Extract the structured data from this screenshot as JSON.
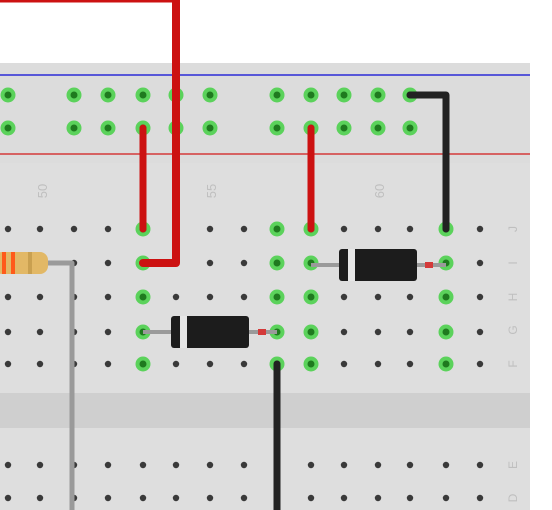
{
  "breadboard": {
    "column_labels": [
      "50",
      "55",
      "60"
    ],
    "row_labels_upper": [
      "J",
      "I",
      "H",
      "G",
      "F"
    ],
    "row_labels_lower": [
      "E",
      "D"
    ]
  },
  "colors": {
    "board": "#dcdcdc",
    "rail_blue_line": "#2b2bd6",
    "rail_red_line": "#d43a3a",
    "hole": "#3a3a3a",
    "hole_active": "#44d044",
    "wire_red": "#cc1111",
    "wire_black": "#222222",
    "lead_gray": "#9a9a9a",
    "diode_body": "#1c1c1c",
    "diode_band": "#e6e6e6",
    "resistor_body": "#e2b866",
    "resistor_band": "#ff5a1a"
  },
  "components": {
    "resistor": {
      "name": "resistor"
    },
    "diodes": [
      {
        "name": "diode-upper"
      },
      {
        "name": "diode-lower"
      }
    ],
    "wires": [
      {
        "name": "wire-red-long",
        "color": "red"
      },
      {
        "name": "wire-red-left-short",
        "color": "red"
      },
      {
        "name": "wire-red-right-short",
        "color": "red"
      },
      {
        "name": "wire-black-right",
        "color": "black"
      },
      {
        "name": "wire-black-bottom",
        "color": "black"
      },
      {
        "name": "wire-gray-resistor-lead",
        "color": "gray"
      }
    ]
  }
}
